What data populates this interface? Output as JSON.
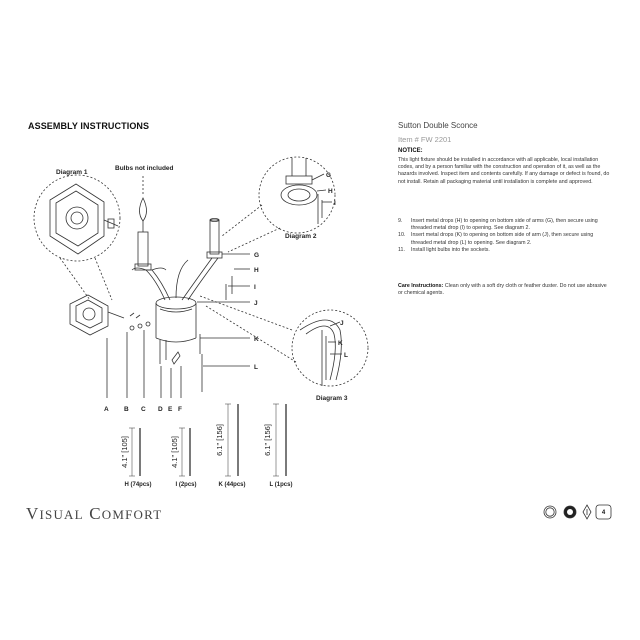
{
  "heading": "ASSEMBLY INSTRUCTIONS",
  "bulbs_note": "Bulbs not included",
  "diagrams": {
    "d1": "Diagram 1",
    "d2": "Diagram 2",
    "d3": "Diagram 3"
  },
  "callouts": {
    "main": [
      "G",
      "H",
      "I",
      "J",
      "K",
      "L"
    ],
    "d2": [
      "G",
      "H",
      "I"
    ],
    "d3": [
      "J",
      "K",
      "L"
    ]
  },
  "bottom_letters": [
    "A",
    "B",
    "C",
    "D",
    "E",
    "F"
  ],
  "parts": [
    {
      "dim": "4.1\" [105]",
      "label": "H (74pcs)"
    },
    {
      "dim": "4.1\" [105]",
      "label": "I (2pcs)"
    },
    {
      "dim": "6.1\" [156]",
      "label": "K (44pcs)"
    },
    {
      "dim": "6.1\" [156]",
      "label": "L (1pcs)"
    }
  ],
  "product_name": "Sutton Double Sconce",
  "item_number": "Item # FW 2201",
  "notice_heading": "NOTICE:",
  "notice_text": "This light fixture should be installed in accordance with all applicable, local installation codes, and by a person familiar with the construction and operation of it, as well as the hazards involved. Inspect item and contents carefully. If any damage or defect is found, do not install. Retain all packaging material until installation is complete and approved.",
  "steps": [
    {
      "num": "9.",
      "text": "Insert metal drops (H) to opening on bottom side of arms (G), then secure using threaded metal drop (I) to opening. See diagram 2."
    },
    {
      "num": "10.",
      "text": "Insert metal drops (K) to opening on bottom side of arm (J), then secure using threaded metal drop (L) to opening. See diagram 2."
    },
    {
      "num": "11.",
      "text": "Install light bulbs into the sockets."
    }
  ],
  "care_label": "Care Instructions:",
  "care_text": "Clean only with a soft dry cloth or feather duster. Do not use abrasive or chemical agents.",
  "brand": {
    "first_cap": "V",
    "first_rest": "ISUAL",
    "second_cap": "C",
    "second_rest": "OMFORT"
  },
  "page_number": "4",
  "colors": {
    "text": "#222222",
    "muted": "#999999",
    "line": "#333333"
  }
}
